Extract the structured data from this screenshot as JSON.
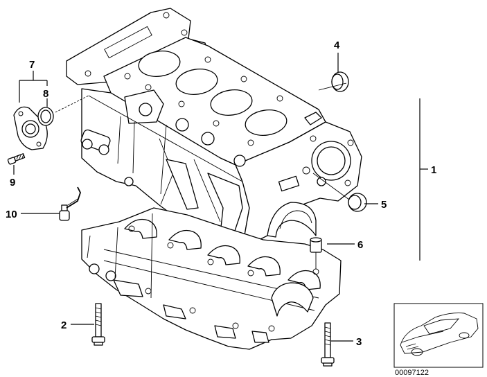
{
  "callouts": {
    "c1": "1",
    "c2": "2",
    "c3": "3",
    "c4": "4",
    "c5": "5",
    "c6": "6",
    "c7": "7",
    "c8": "8",
    "c9": "9",
    "c10": "10"
  },
  "reference_number": "00097122"
}
